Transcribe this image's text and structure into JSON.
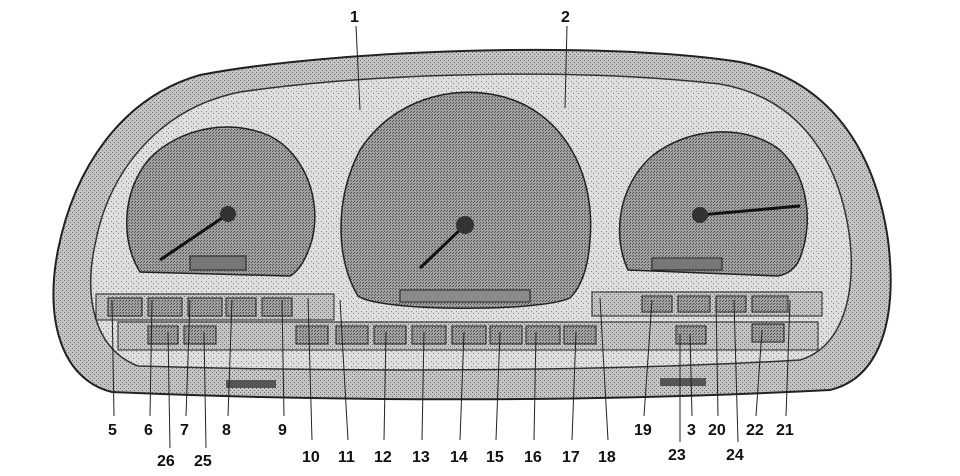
{
  "colors": {
    "background": "#ffffff",
    "ink": "#111111",
    "housing_fill": "#bdbdbd",
    "face_fill": "#d6d6d6",
    "gauge_fill": "#a9a9a9",
    "lamp_fill": "#9a9a9a"
  },
  "callouts": {
    "n1": "1",
    "n2": "2",
    "n3": "3",
    "n5": "5",
    "n6": "6",
    "n7": "7",
    "n8": "8",
    "n9": "9",
    "n10": "10",
    "n11": "11",
    "n12": "12",
    "n13": "13",
    "n14": "14",
    "n15": "15",
    "n16": "16",
    "n17": "17",
    "n18": "18",
    "n19": "19",
    "n20": "20",
    "n21": "21",
    "n22": "22",
    "n23": "23",
    "n24": "24",
    "n25": "25",
    "n26": "26"
  }
}
